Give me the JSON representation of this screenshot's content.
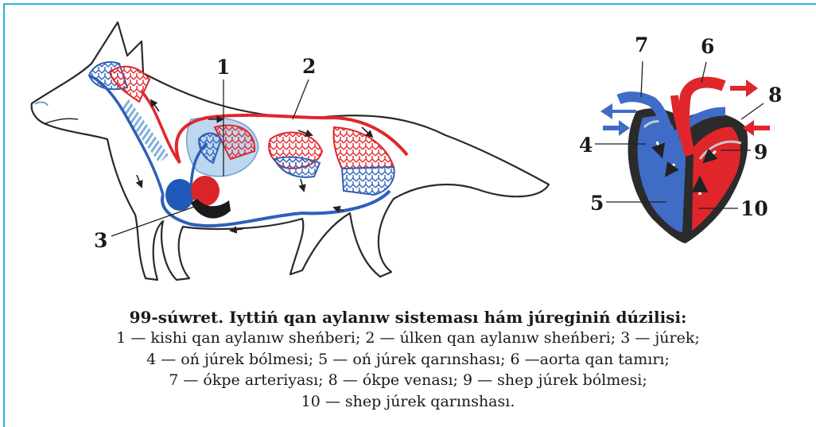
{
  "labels": {
    "n1": "1",
    "n2": "2",
    "n3": "3",
    "n4": "4",
    "n5": "5",
    "n6": "6",
    "n7": "7",
    "n8": "8",
    "n9": "9",
    "n10": "10"
  },
  "caption": {
    "title": "99-súwret. Iyttiń qan aylanıw sisteması hám júreginiń dúzilisi:",
    "lines": [
      "1 — kishi qan aylanıw sheńberi; 2 — úlken qan aylanıw sheńberi; 3 — júrek;",
      "4 — oń júrek bólmesi; 5 — oń júrek qarınshası; 6 —aorta qan tamırı;",
      "7 — ókpe arteriyası; 8 — ókpe venası; 9 — shep júrek bólmesi;",
      "10 — shep júrek qarınshası."
    ]
  },
  "colors": {
    "frame": "#2fb3d6",
    "arterial": "#e0262b",
    "venous": "#2f5fb8",
    "outline": "#2a2a2a"
  }
}
